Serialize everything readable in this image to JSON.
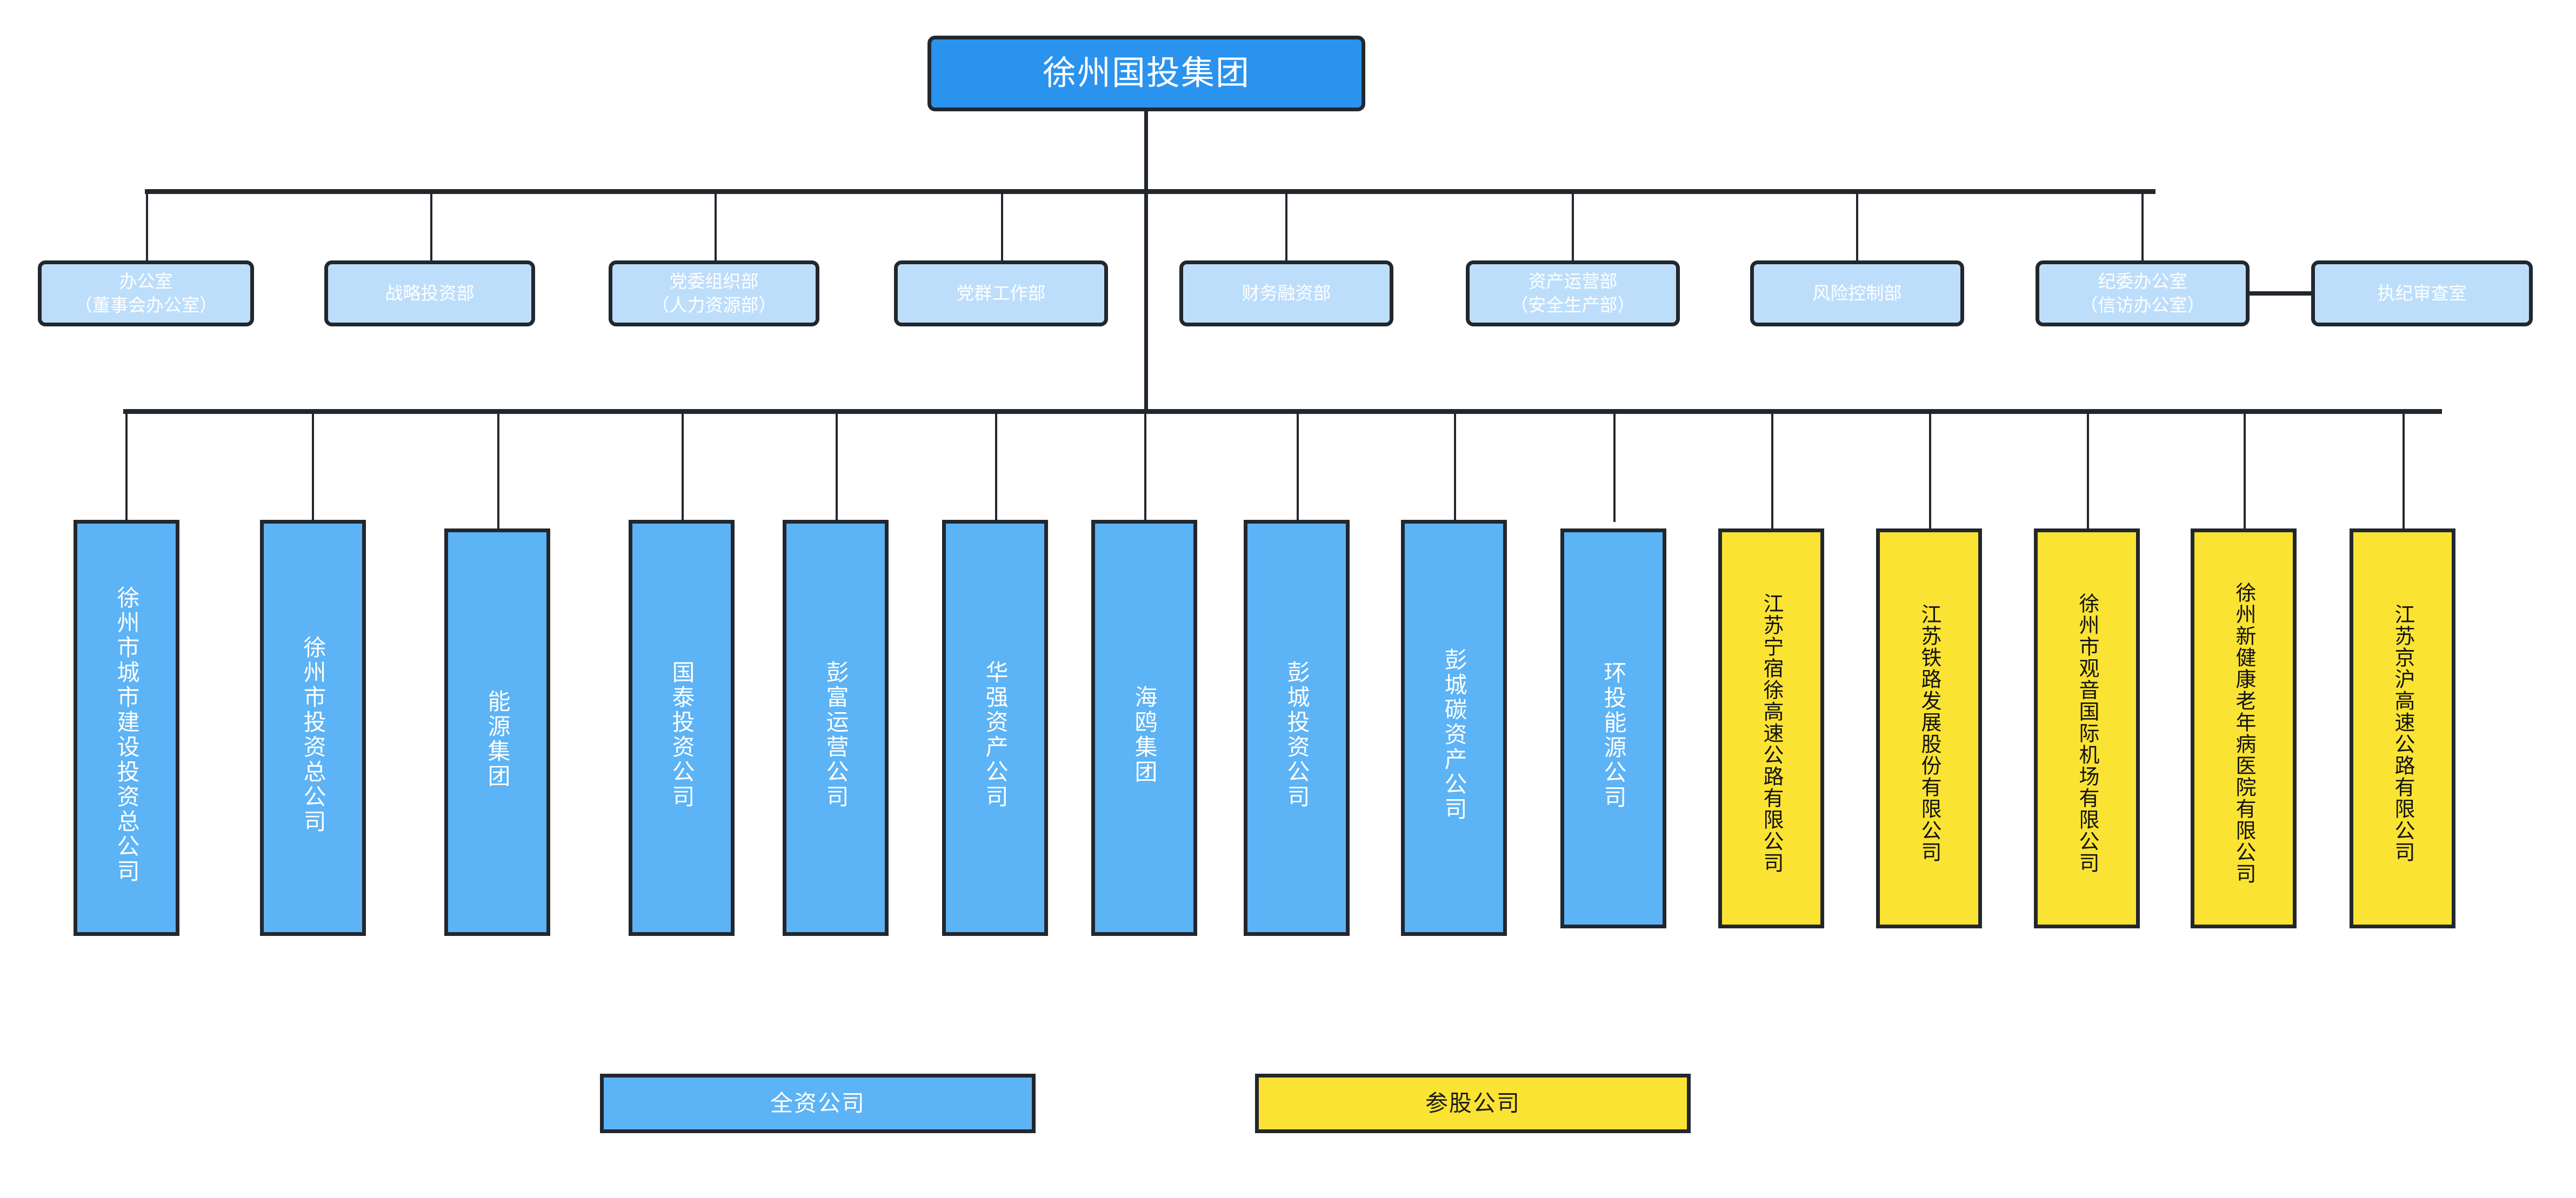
{
  "chart_data": {
    "type": "org-chart",
    "title": "徐州国投集团 组织架构图",
    "root": {
      "label": "徐州国投集团",
      "fill": "#2a93ee",
      "text_color": "#ffffff"
    },
    "colors": {
      "root_fill": "#2a93ee",
      "department_fill": "#bddefb",
      "wholly_owned_fill": "#5cb3f5",
      "equity_stake_fill": "#fbe334",
      "border": "#22272e",
      "canvas": "#ffffff"
    },
    "departments": [
      {
        "label": "办公室\n（董事会办公室）"
      },
      {
        "label": "战略投资部"
      },
      {
        "label": "党委组织部\n（人力资源部）"
      },
      {
        "label": "党群工作部"
      },
      {
        "label": "财务融资部"
      },
      {
        "label": "资产运营部\n（安全生产部）"
      },
      {
        "label": "风险控制部"
      },
      {
        "label": "纪委办公室\n（信访办公室）"
      }
    ],
    "department_attached": {
      "label": "执纪审查室",
      "attached_to": "纪委办公室（信访办公室）"
    },
    "subsidiaries": [
      {
        "label": "徐州市城市建设投资总公司",
        "type": "全资公司"
      },
      {
        "label": "徐州市投资总公司",
        "type": "全资公司"
      },
      {
        "label": "能源集团",
        "type": "全资公司"
      },
      {
        "label": "国泰投资公司",
        "type": "全资公司"
      },
      {
        "label": "彭富运营公司",
        "type": "全资公司"
      },
      {
        "label": "华强资产公司",
        "type": "全资公司"
      },
      {
        "label": "海鸥集团",
        "type": "全资公司"
      },
      {
        "label": "彭城投资公司",
        "type": "全资公司"
      },
      {
        "label": "彭城碳资产公司",
        "type": "全资公司"
      },
      {
        "label": "环投能源公司",
        "type": "全资公司"
      },
      {
        "label": "江苏宁宿徐高速公路有限公司",
        "type": "参股公司"
      },
      {
        "label": "江苏铁路发展股份有限公司",
        "type": "参股公司"
      },
      {
        "label": "徐州市观音国际机场有限公司",
        "type": "参股公司"
      },
      {
        "label": "徐州新健康老年病医院有限公司",
        "type": "参股公司"
      },
      {
        "label": "江苏京沪高速公路有限公司",
        "type": "参股公司"
      }
    ],
    "legend": [
      {
        "label": "全资公司",
        "fill": "#5cb3f5"
      },
      {
        "label": "参股公司",
        "fill": "#fbe334"
      }
    ]
  }
}
